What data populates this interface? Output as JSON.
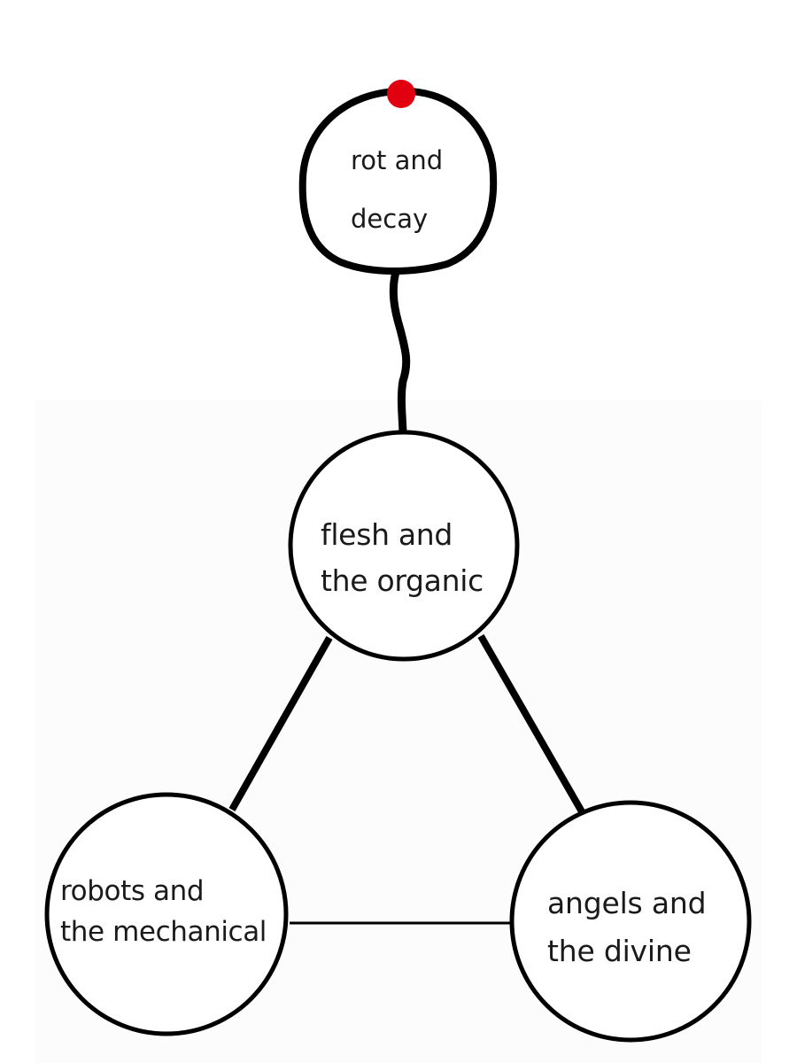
{
  "nodes": {
    "rot": {
      "line1": "rot and",
      "line2": "decay"
    },
    "flesh": {
      "line1": "flesh and",
      "line2": "the organic"
    },
    "robots": {
      "line1": "robots and",
      "line2": "the mechanical"
    },
    "angels": {
      "line1": "angels and",
      "line2": "the divine"
    }
  },
  "colors": {
    "stroke": "#000000",
    "marker": "#e0000f",
    "background": "#ffffff",
    "lower_panel": "#fcfcfc"
  }
}
